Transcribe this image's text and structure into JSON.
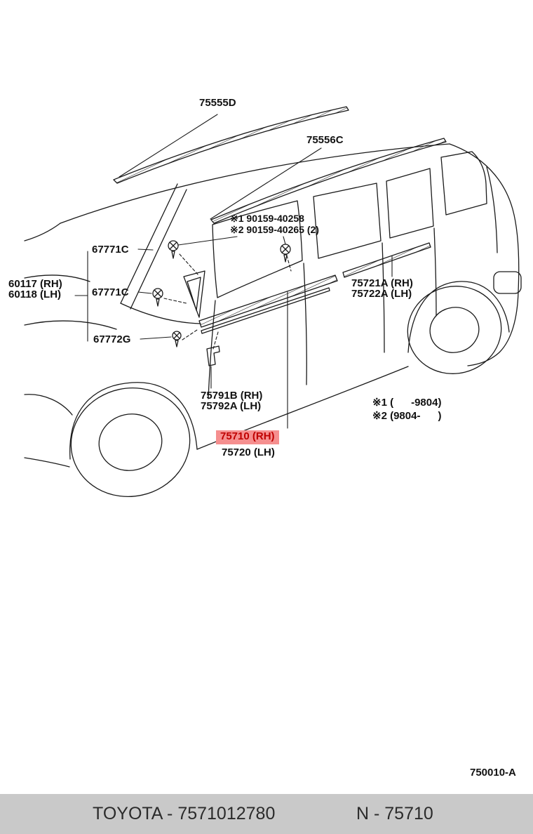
{
  "labels": {
    "roof_moulding_front": "75555D",
    "roof_moulding_rear": "75556C",
    "screw_note_1": "※1 90159-40258",
    "screw_note_2": "※2 90159-40265 (2)",
    "clip_a": "67771C",
    "clip_b": "67771C",
    "windshield_moulding_rh": "60117 (RH)",
    "windshield_moulding_lh": "60118 (LH)",
    "clip_c": "67772G",
    "belt_moulding_rear_rh": "75721A (RH)",
    "belt_moulding_rear_lh": "75722A (LH)",
    "retainer_rh": "75791B (RH)",
    "retainer_lh": "75792A (LH)",
    "belt_moulding_front_rh": "75710 (RH)",
    "belt_moulding_front_lh": "75720 (LH)",
    "applicability_1": "※1 (      -9804)",
    "applicability_2": "※2 (9804-      )",
    "drawing_number": "750010-A"
  },
  "footer": {
    "left": "TOYOTA - 7571012780",
    "right": "N - 75710"
  },
  "icons": {
    "fastener_screw": "screw-icon",
    "fastener_clip": "clip-icon",
    "retainer_bracket": "retainer-bracket-icon"
  },
  "colors": {
    "highlight_bg": "#f58f8f",
    "highlight_text": "#c00000",
    "footer_bg": "#c9c9c9",
    "line": "#1a1a1a"
  }
}
